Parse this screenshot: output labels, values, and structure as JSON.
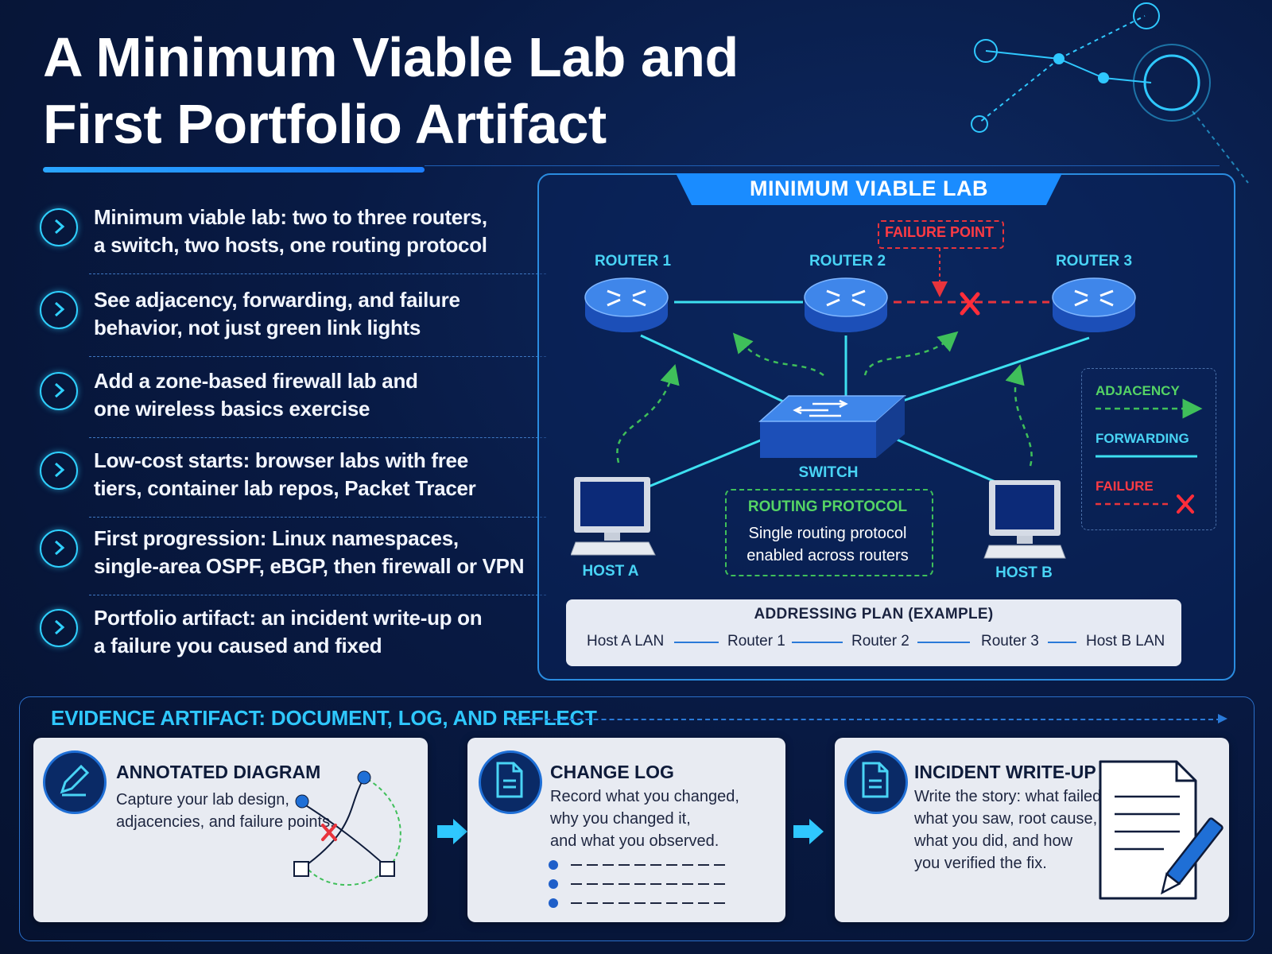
{
  "header": {
    "title_line1": "A Minimum Viable Lab and",
    "title_line2": "First Portfolio Artifact"
  },
  "bullets": [
    {
      "line1": "Minimum viable lab: two to three routers,",
      "line2": "a switch, two hosts, one routing protocol"
    },
    {
      "line1": "See adjacency, forwarding, and failure",
      "line2": "behavior, not just green link lights"
    },
    {
      "line1": "Add a zone-based firewall lab and",
      "line2": "one wireless basics exercise"
    },
    {
      "line1": "Low-cost starts: browser labs with free",
      "line2": "tiers, container lab repos, Packet Tracer"
    },
    {
      "line1": "First progression: Linux namespaces,",
      "line2": "single-area OSPF, eBGP, then firewall or VPN"
    },
    {
      "line1": "Portfolio artifact: an incident write-up on",
      "line2": "a failure you caused and fixed"
    }
  ],
  "lab": {
    "title": "MINIMUM VIABLE LAB",
    "failure_point": "FAILURE POINT",
    "router1": "ROUTER 1",
    "router2": "ROUTER 2",
    "router3": "ROUTER 3",
    "switch": "SWITCH",
    "host_a": "HOST A",
    "host_b": "HOST B",
    "routing_protocol_title": "ROUTING PROTOCOL",
    "routing_protocol_line1": "Single routing protocol",
    "routing_protocol_line2": "enabled across routers",
    "legend": {
      "adjacency": "ADJACENCY",
      "forwarding": "FORWARDING",
      "failure": "FAILURE"
    },
    "addressing": {
      "title": "ADDRESSING PLAN (EXAMPLE)",
      "items": [
        "Host A LAN",
        "Router 1",
        "Router 2",
        "Router 3",
        "Host B LAN"
      ]
    }
  },
  "evidence": {
    "title": "EVIDENCE ARTIFACT: DOCUMENT, LOG, AND REFLECT",
    "cards": [
      {
        "title": "ANNOTATED DIAGRAM",
        "body1": "Capture your lab design,",
        "body2": "adjacencies, and failure points."
      },
      {
        "title": "CHANGE LOG",
        "body1": "Record what you changed,",
        "body2": "why you changed it,",
        "body3": "and what you observed."
      },
      {
        "title": "INCIDENT WRITE-UP",
        "body1": "Write the story: what failed,",
        "body2": "what you saw, root cause,",
        "body3": "what you did, and how",
        "body4": "you verified the fix."
      }
    ]
  },
  "colors": {
    "accent": "#2fc8ff",
    "adjacency": "#3fbf5a",
    "forwarding": "#3de0f0",
    "failure": "#e8343c"
  }
}
